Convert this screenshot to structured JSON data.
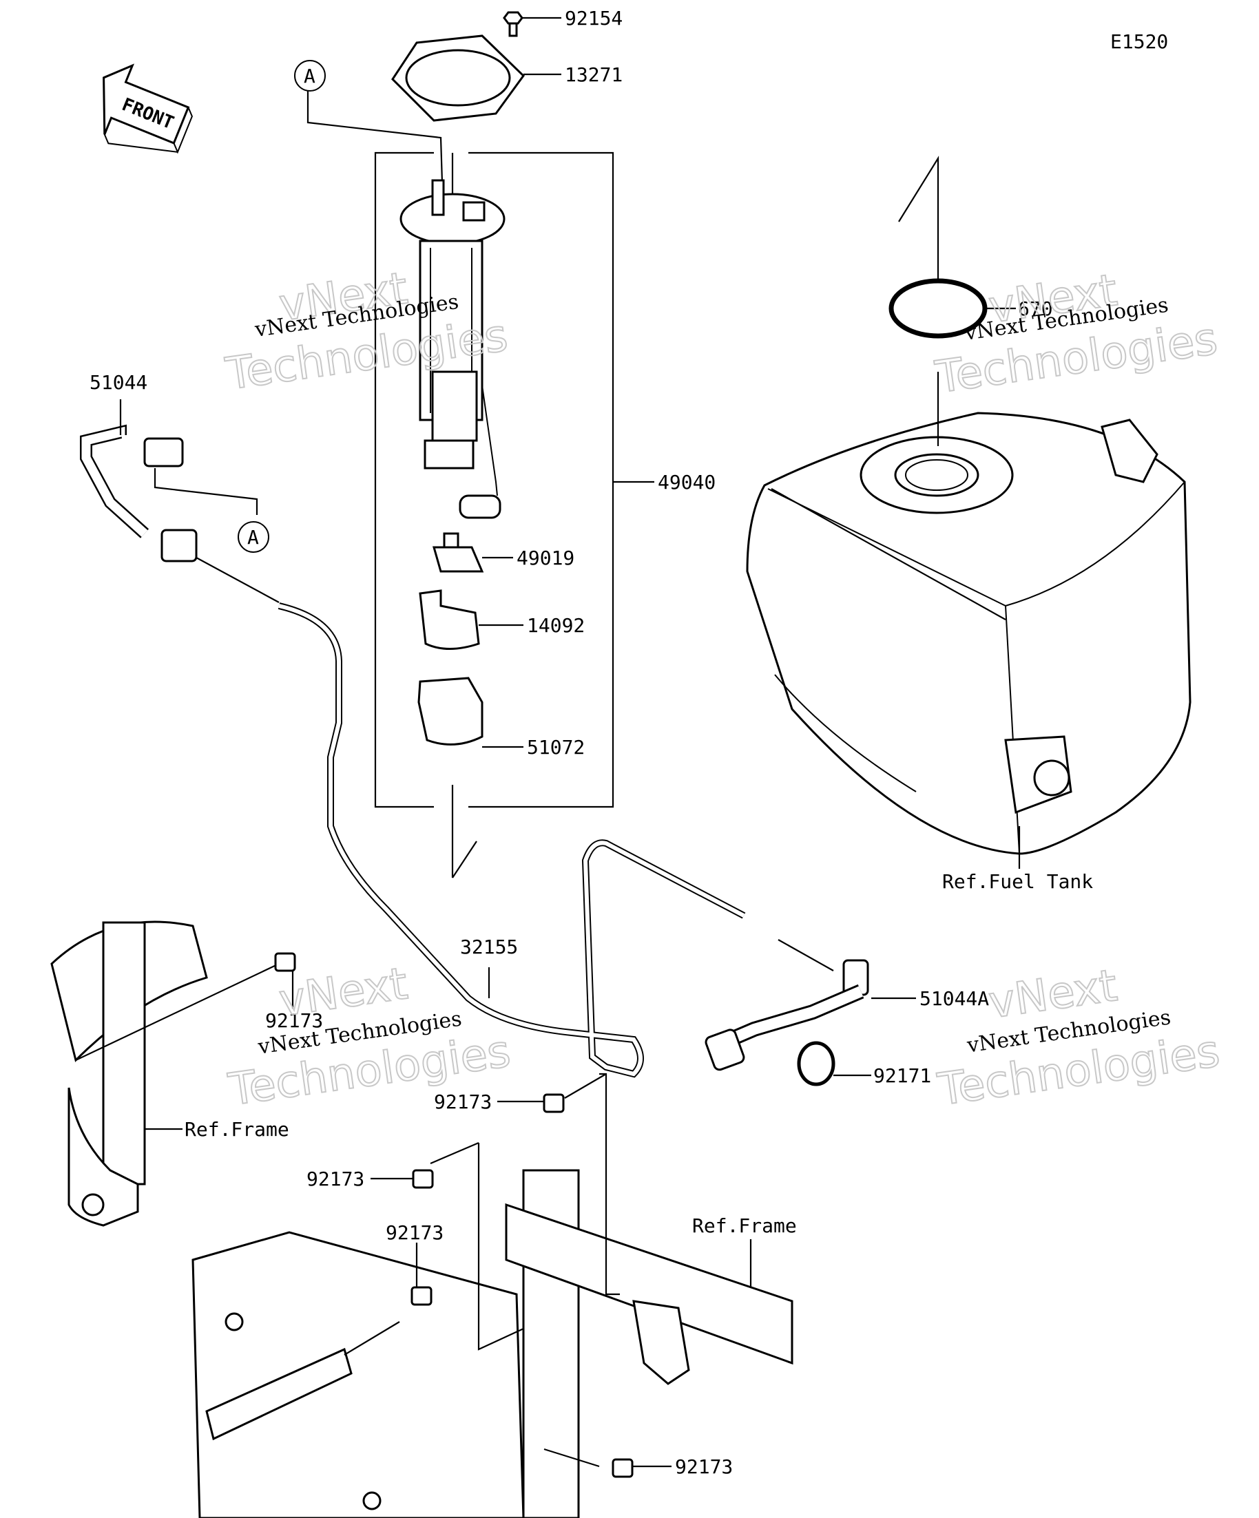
{
  "diagram_id": "E1520",
  "direction_arrow": {
    "label": "FRONT"
  },
  "callout_letter": "A",
  "parts": [
    {
      "number": "92154"
    },
    {
      "number": "13271"
    },
    {
      "number": "49040"
    },
    {
      "number": "49019"
    },
    {
      "number": "14092"
    },
    {
      "number": "51072"
    },
    {
      "number": "51044"
    },
    {
      "number": "670"
    },
    {
      "number": "32155"
    },
    {
      "number": "51044A"
    },
    {
      "number": "92171"
    },
    {
      "number": "92173"
    }
  ],
  "references": {
    "fuel_tank": "Ref.Fuel Tank",
    "frame": "Ref.Frame"
  },
  "watermark": {
    "line1": "vNext",
    "line2": "vNext Technologies",
    "line3": "Technologies"
  }
}
